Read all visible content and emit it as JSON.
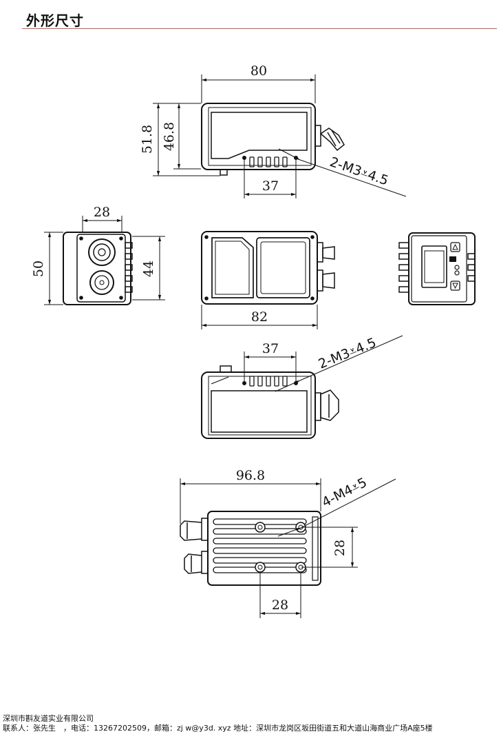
{
  "header": {
    "title": "外形尺寸"
  },
  "dimensions": {
    "top_width": "80",
    "top_height_outer": "51.8",
    "top_height_inner": "46.8",
    "top_hole_spacing": "37",
    "top_hole_note": "2-M3⩡4.5",
    "side_width": "28",
    "side_height_outer": "50",
    "side_height_inner": "44",
    "front_width": "82",
    "bottom_hole_spacing": "37",
    "bottom_hole_note": "2-M3⩡4.5",
    "base_length": "96.8",
    "base_hole_note": "4-M4⩡5",
    "base_hole_spacing_v": "28",
    "base_hole_spacing_h": "28"
  },
  "footer": {
    "company": "深圳市斟友道实业有限公司",
    "contact": "联系人：张先生　，电话：13267202509，邮箱：zj w@y3d. xyz  地址：深圳市龙岗区坂田街道五和大道山海商业广场A座5楼"
  }
}
